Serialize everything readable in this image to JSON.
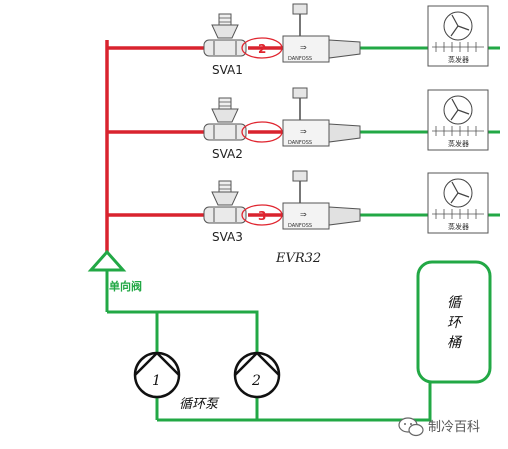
{
  "diagram": {
    "valves": [
      {
        "label": "SVA1",
        "marker": "2"
      },
      {
        "label": "SVA2",
        "marker": ""
      },
      {
        "label": "SVA3",
        "marker": "3"
      }
    ],
    "solenoid_label": "EVR32",
    "solenoid_brand": "DANFOSS",
    "evaporator_label": "蒸发器",
    "check_valve_label": "单向阀",
    "pumps": [
      {
        "label": "1"
      },
      {
        "label": "2"
      }
    ],
    "pump_group_label": "循环泵",
    "tank_label": [
      "循",
      "环",
      "桶"
    ],
    "watermark": "制冷百科",
    "colors": {
      "liquid_red": "#d9232e",
      "return_green": "#22a845",
      "marker_red": "#e0252f"
    }
  }
}
